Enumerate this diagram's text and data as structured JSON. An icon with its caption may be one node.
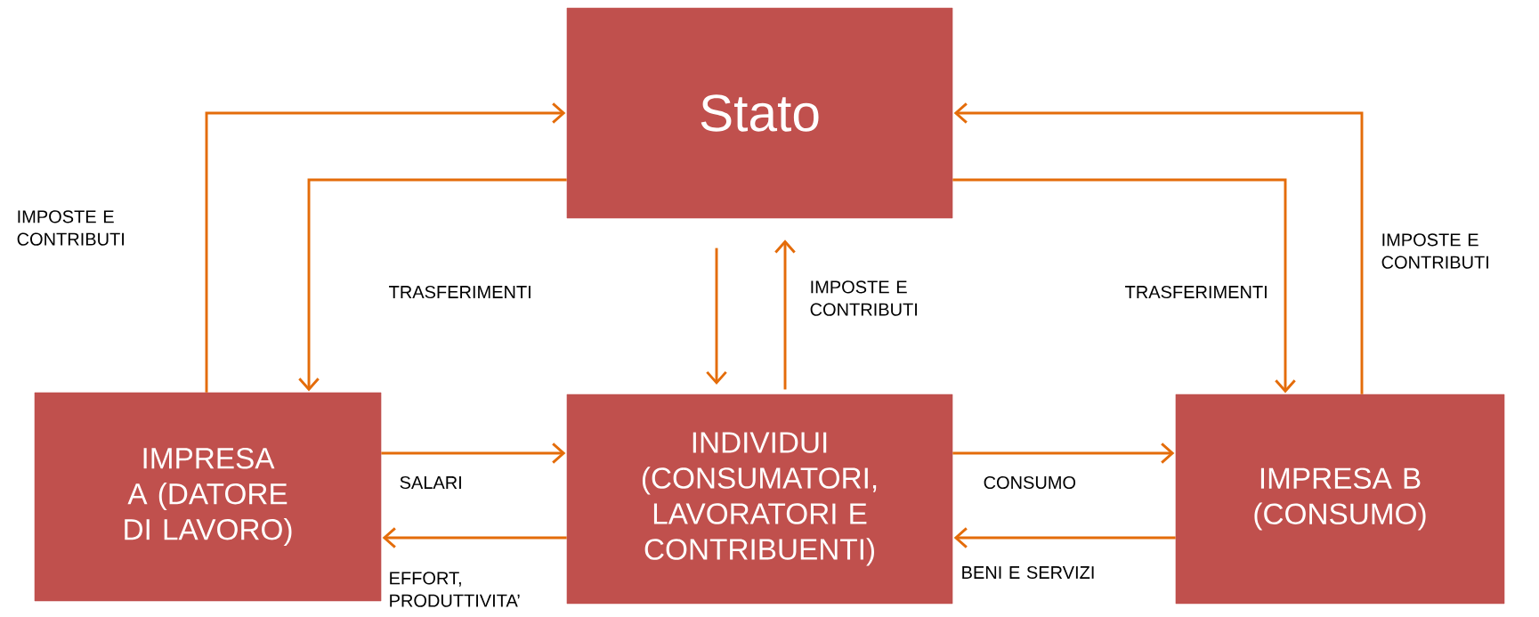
{
  "diagram": {
    "nodes": [
      {
        "text": [
          "Stato"
        ]
      },
      {
        "text": [
          "IMPRESA A (DATORE DI LAVORO)"
        ]
      },
      {
        "text": [
          "INDIVIDUI (CONSUMATORI, LAVORATORI E CONTRIBUENTI)"
        ]
      },
      {
        "text": [
          "IMPRESA B (CONSUMO)"
        ]
      }
    ],
    "edges": [
      {
        "from": 1,
        "to": 0,
        "arrow": "to",
        "label": "IMPOSTE E CONTRIBUTI"
      },
      {
        "from": 0,
        "to": 1,
        "arrow": "to",
        "label": "TRASFERIMENTI"
      },
      {
        "from": 0,
        "to": 2,
        "arrow": "to"
      },
      {
        "from": 2,
        "to": 0,
        "arrow": "to",
        "label": "IMPOSTE E CONTRIBUTI"
      },
      {
        "from": 0,
        "to": 3,
        "arrow": "to",
        "label": "TRASFERIMENTI"
      },
      {
        "from": 3,
        "to": 0,
        "arrow": "to",
        "label": "IMPOSTE E CONTRIBUTI"
      },
      {
        "from": 1,
        "to": 2,
        "arrow": "to",
        "label": "SALARI"
      },
      {
        "from": 2,
        "to": 1,
        "arrow": "to",
        "label": "EFFORT, PRODUTTIVITA’"
      },
      {
        "from": 2,
        "to": 3,
        "arrow": "to",
        "label": "CONSUMO"
      },
      {
        "from": 3,
        "to": 2,
        "arrow": "to",
        "label": "BENI E SERVIZI"
      }
    ]
  }
}
